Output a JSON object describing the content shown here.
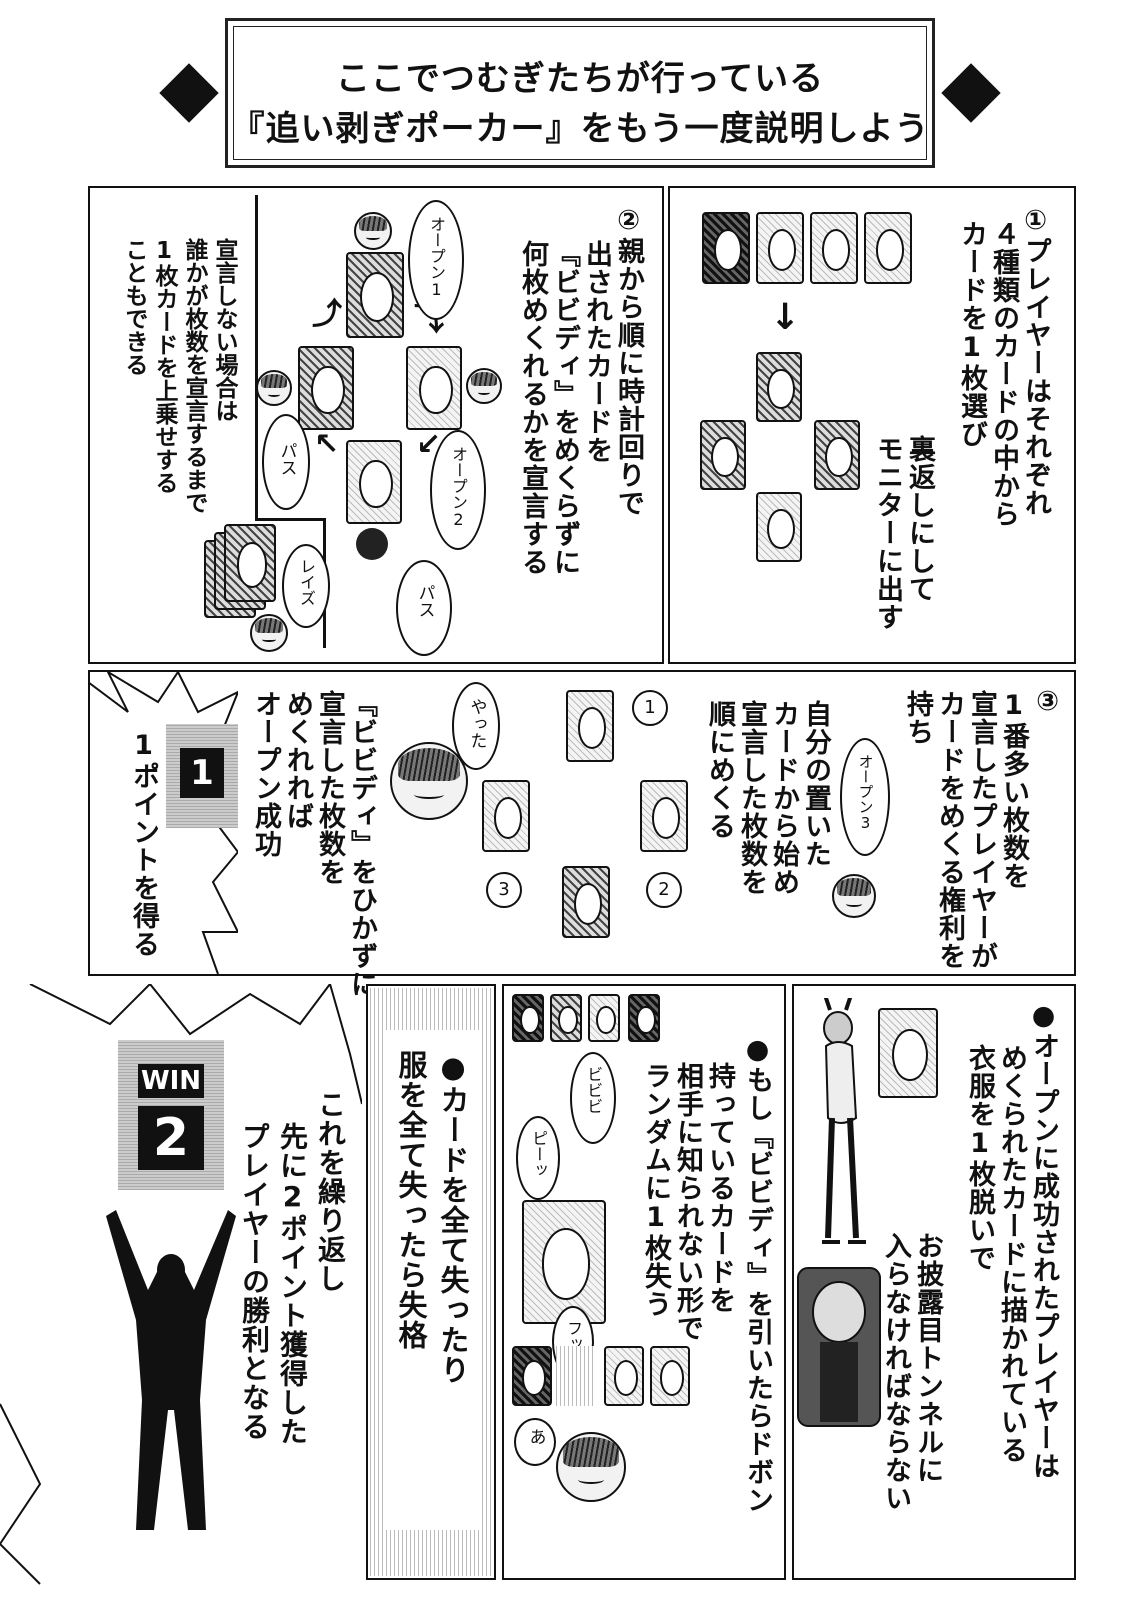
{
  "title": {
    "line1": "ここでつむぎたちが行っている",
    "line2": "『追い剥ぎポーカー』をもう一度説明しよう"
  },
  "step1": {
    "text_a": "①プレイヤーはそれぞれ",
    "text_b": "４種類のカードの中から",
    "text_c": "カードを1枚選び",
    "text_d": "裏返しにして",
    "text_e": "モニターに出す"
  },
  "step2": {
    "text_a": "②親から順に時計回りで",
    "text_b": "出されたカードを",
    "text_c": "『ビビディ』をめくらずに",
    "text_d": "何枚めくれるかを宣言する",
    "bubble_open1": "オープン1",
    "bubble_open2": "オープン2",
    "bubble_pass1": "パス",
    "bubble_pass2": "パス",
    "bubble_raise": "レイズ",
    "note_a": "宣言しない場合は",
    "note_b": "誰かが枚数を宣言するまで",
    "note_c": "1枚カードを上乗せする",
    "note_d": "こともできる"
  },
  "step3": {
    "text_a": "③",
    "text_b": "1番多い枚数を",
    "text_c": "宣言したプレイヤーが",
    "text_d": "カードをめくる権利を",
    "text_e": "持ち",
    "text_f": "自分の置いた",
    "text_g": "カードから始め",
    "text_h": "宣言した枚数を",
    "text_i": "順にめくる",
    "bubble_open3": "オープン3",
    "bubble_yatta": "やった",
    "num1": "1",
    "num2": "2",
    "num3": "3",
    "result_a": "『ビビディ』をひかずに",
    "result_b": "宣言した枚数を",
    "result_c": "めくれれば",
    "result_d": "オープン成功",
    "point_badge": "1",
    "point_text": "1ポイントを得る"
  },
  "step4": {
    "text_a": "●オープンに成功されたプレイヤーは",
    "text_b": "めくられたカードに描かれている",
    "text_c": "衣服を1枚脱いで",
    "text_d": "お披露目トンネルに",
    "text_e": "入らなければならない"
  },
  "step5": {
    "text_a": "●もし『ビビディ』を引いたらドボン",
    "text_b": "持っているカードを",
    "text_c": "相手に知られない形で",
    "text_d": "ランダムに1枚失う",
    "bubble_bibibi": "ビビビ",
    "bubble_beep": "ピーッ",
    "bubble_fu": "フッ",
    "bubble_a": "あ"
  },
  "step6": {
    "text_a": "●カードを全て失ったり",
    "text_b": "服を全て失ったら失格"
  },
  "step7": {
    "win_label": "WIN",
    "win_num": "2",
    "text_a": "これを繰り返し",
    "text_b": "先に2ポイント獲得した",
    "text_c": "プレイヤーの勝利となる"
  }
}
